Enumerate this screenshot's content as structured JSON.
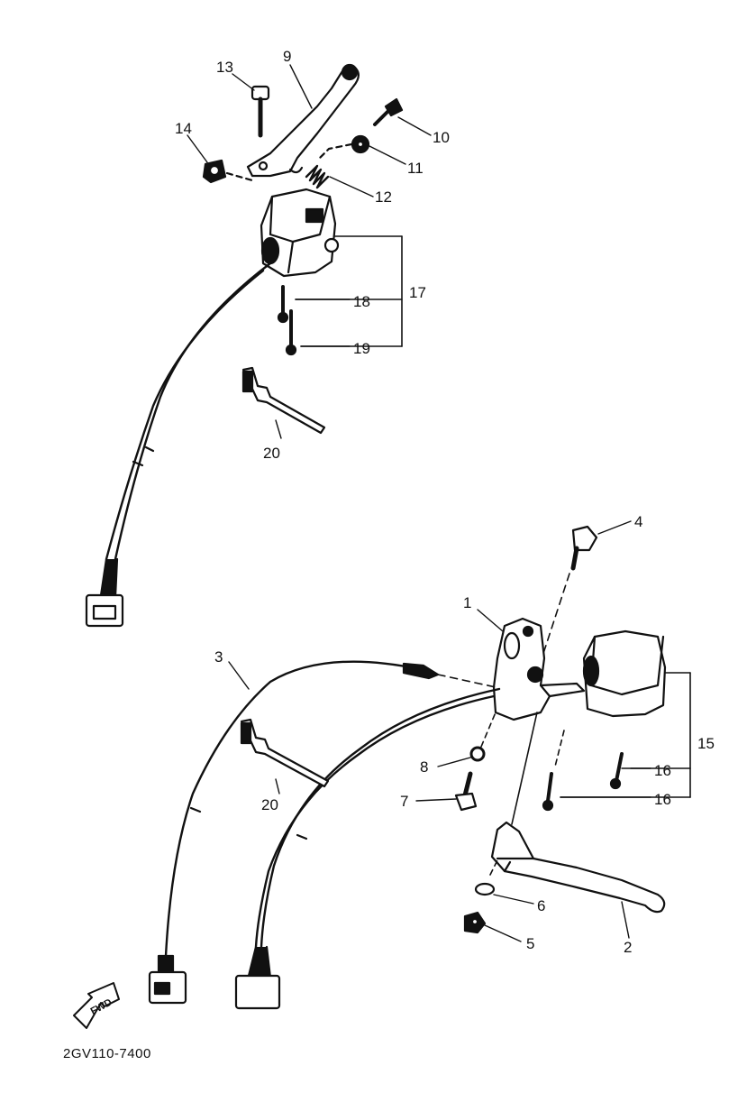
{
  "diagram": {
    "code": "2GV110-7400",
    "direction_label": "FWD",
    "part_numbers": [
      "1",
      "2",
      "3",
      "4",
      "5",
      "6",
      "7",
      "8",
      "9",
      "10",
      "11",
      "12",
      "13",
      "14",
      "15",
      "16",
      "16",
      "17",
      "18",
      "19",
      "20",
      "20"
    ]
  },
  "colors": {
    "ink": "#111111",
    "background": "#ffffff"
  }
}
